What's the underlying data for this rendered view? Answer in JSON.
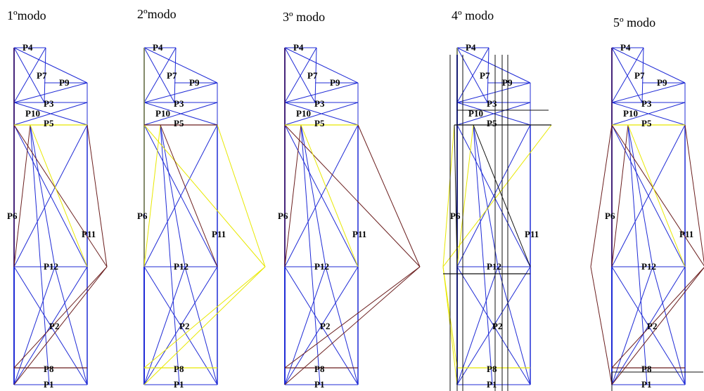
{
  "colors": {
    "undeformed": "#1f2bd6",
    "deformed_a": "#6b1e1e",
    "deformed_b": "#e8e800",
    "deformed_c": "#111111",
    "label": "#000000"
  },
  "panels": [
    {
      "title": "1ºmodo",
      "shift": 152,
      "deformed_color": "deformed_a",
      "alt_color": "deformed_b"
    },
    {
      "title": "2ºmodo",
      "shift": 345,
      "deformed_color": "deformed_b",
      "alt_color": "deformed_a"
    },
    {
      "title": "3º modo",
      "shift": 585,
      "deformed_color": "deformed_a",
      "alt_color": "deformed_b"
    },
    {
      "title": "4º modo",
      "shift": 790,
      "deformed_color": "deformed_b",
      "alt_color": "deformed_c"
    },
    {
      "title": "5º modo",
      "shift": 1000,
      "deformed_color": "deformed_a",
      "alt_color": "deformed_b"
    }
  ],
  "node_labels": [
    "P4",
    "P7",
    "P9",
    "P3",
    "P10",
    "P5",
    "P6",
    "P11",
    "P12",
    "P2",
    "P8",
    "P1"
  ],
  "legend_icons": [
    "wireframe-structure-icon"
  ]
}
